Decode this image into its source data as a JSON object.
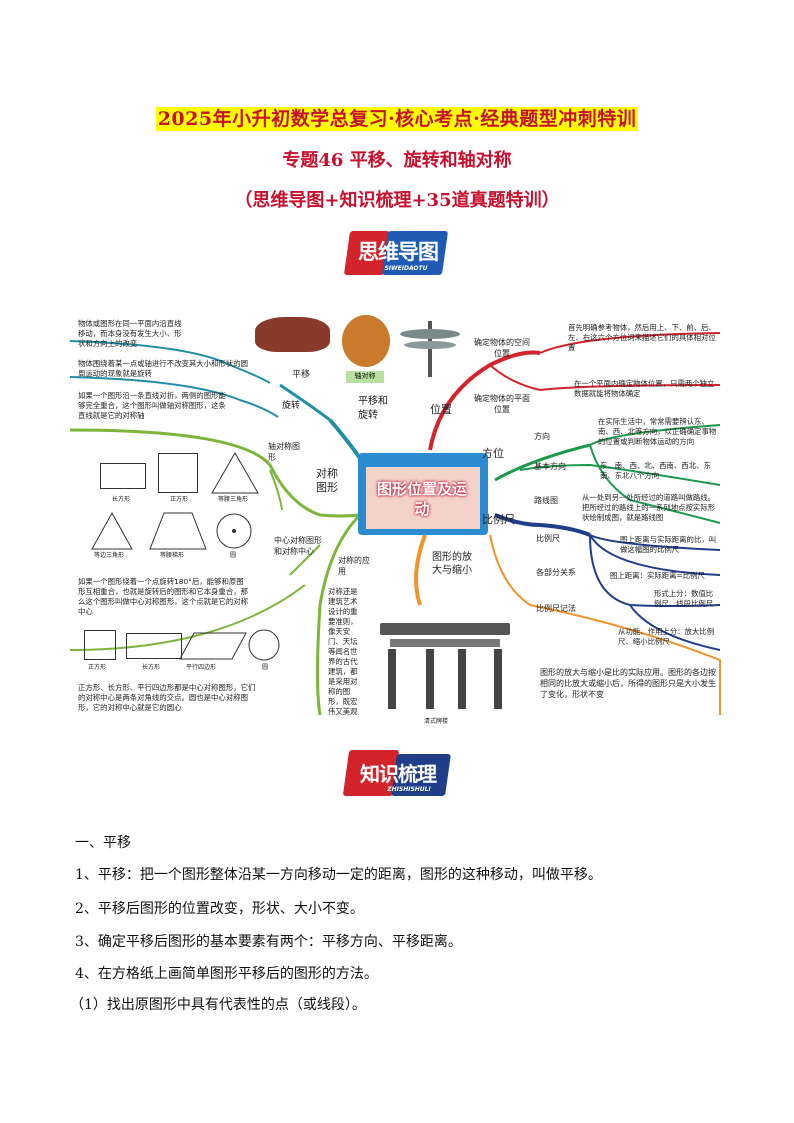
{
  "header": {
    "title_line1": "2025年小升初数学总复习·核心考点·经典题型冲刺特训",
    "title_line2": "专题46 平移、旋转和轴对称",
    "title_line3": "（思维导图+知识梳理+35道真题特训）"
  },
  "badges": {
    "mindmap_cn": "思维导图",
    "mindmap_py": "SIWEIDAOTU",
    "knowledge_cn": "知识梳理",
    "knowledge_py": "ZHISHISHULI"
  },
  "mindmap": {
    "center": "图形位置及运动",
    "branches": {
      "translate_rotate": "平移和旋转",
      "translate": "平移",
      "rotate": "旋转",
      "symmetry": "对称图形",
      "axis_sym": "轴对称图形",
      "central_sym": "中心对称图形和对称中心",
      "sym_app": "对称的应用",
      "position": "位置",
      "pos_space": "确定物体的空间位置",
      "pos_plane": "确定物体的平面位置",
      "direction": "方位",
      "dir_dir": "方向",
      "dir_basic": "基本方向",
      "dir_route": "路线图",
      "scale": "比例尺",
      "scale_def": "比例尺",
      "scale_parts": "各部分关系",
      "scale_notation": "比例尺记法",
      "enlarge": "图形的放大与缩小"
    },
    "notes": {
      "translate_note": "物体或图形在同一平面内沿直线移动，而本身没有发生大小、形状和方向上的改变",
      "rotate_note": "物体围绕着某一点或轴进行不改变其大小和形状的圆周运动的现象就是旋转",
      "axis_note": "如果一个图形沿一条直线对折，两侧的图形能够完全重合，这个图形叫做轴对称图形，这条直线就是它的对称轴",
      "central_note": "如果一个图形绕着一个点旋转180°后，能够和原图形互相重合，也就是旋转后的图形和它本身重合，那么这个图形叫做中心对称图形，这个点就是它的对称中心",
      "central_note2": "正方形、长方形、平行四边形都是中心对称图形，它们的对称中心是两条对角线的交点。圆也是中心对称图形，它的对称中心就是它的圆心",
      "app_note": "对称还是建筑艺术设计的重要准则，像天安门、天坛等闻名世界的古代建筑，都是采用对称的图形，既宏伟又美观",
      "space_note": "首先明确参考物体，然后用上、下、前、后、左、右这六个方位词来描述它们的具体相对位置",
      "plane_note": "在一个平面内确定物体位置，只需两个独立数据就能将物体确定",
      "dir_note": "在实际生活中，常常需要辨认东、南、西、北等方向，以正确确定事物的位置或判断物体运动的方向",
      "basic_note": "东、南、西、北、西南、西北、东南、东北八个方向",
      "route_note": "从一处到另一处所经过的道路叫做路线。把所经过的路线上的一系列地点按实际形状绘制成图，就是路线图",
      "scale_note": "图上距离与实际距离的比，叫做这幅图的比例尺",
      "parts_note": "图上距离：实际距离=比例尺",
      "form1": "形式上分：数值比例尺、线段比例尺",
      "form2": "从功能、作用上分：放大比例尺、缩小比例尺",
      "enlarge_note": "图形的放大与缩小是比的实际应用。图形的各边按相同的比放大或缩小后，所得的图形只是大小发生了变化，形状不变"
    },
    "shapes_axis": [
      "长方形",
      "正方形",
      "等腰三角形",
      "等边三角形",
      "等腰梯形",
      "圆"
    ],
    "shapes_central": [
      "正方形",
      "长方形",
      "平行四边形",
      "圆"
    ],
    "pic_labels": {
      "axis_pic": "轴对称",
      "gate": "清式牌楼"
    }
  },
  "knowledge": {
    "section": "一、平移",
    "items": [
      "1、平移：把一个图形整体沿某一方向移动一定的距离，图形的这种移动，叫做平移。",
      "2、平移后图形的位置改变，形状、大小不变。",
      "3、确定平移后图形的基本要素有两个：平移方向、平移距离。",
      "4、在方格纸上画简单图形平移后的图形的方法。",
      "（1）找出原图形中具有代表性的点（或线段）。"
    ]
  }
}
